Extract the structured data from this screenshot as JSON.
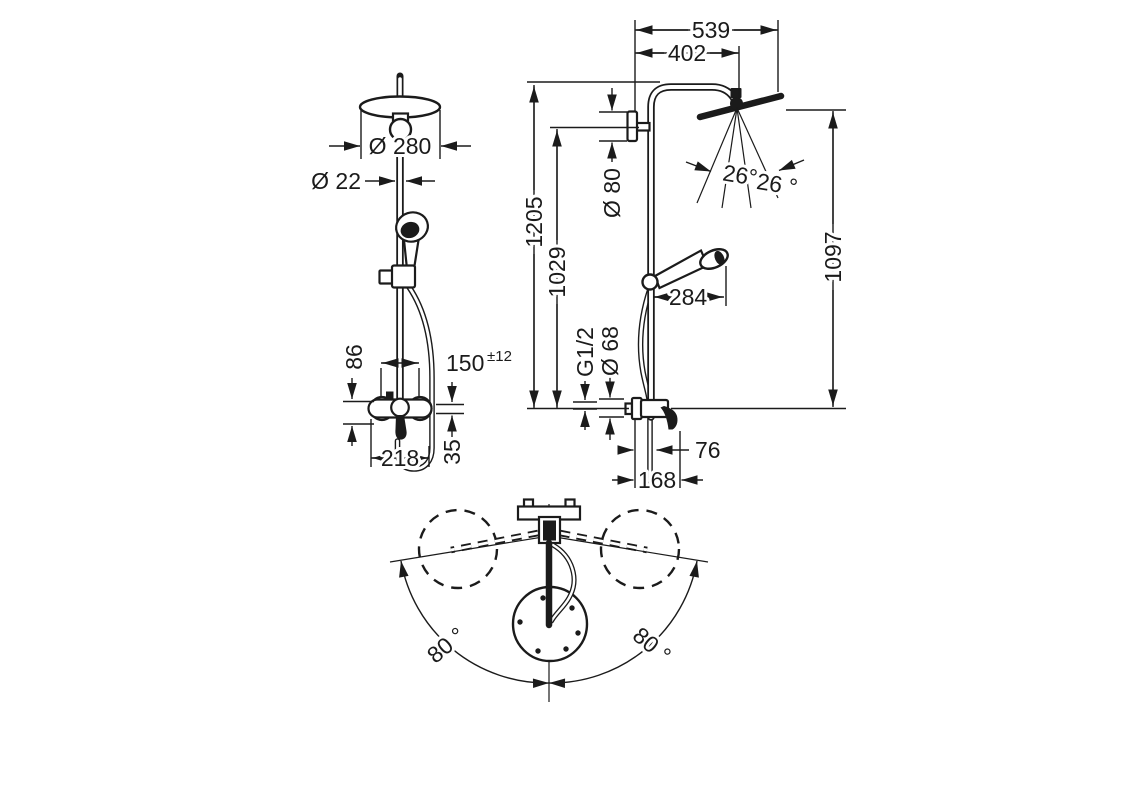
{
  "front_view": {
    "head_diameter": "Ø 280",
    "pipe_diameter": "Ø 22",
    "connection_distance": "150",
    "connection_tolerance": "±12",
    "width": "218",
    "offset_left": "86",
    "offset_bottom": "35"
  },
  "side_view": {
    "reach_total": "539",
    "reach_arm": "402",
    "bracket_diameter": "Ø 80",
    "height_total": "1205",
    "height_bracket": "1029",
    "height_head": "1097",
    "spray_angle_left": "26°",
    "spray_angle_right": "26 °",
    "handshower_reach": "284",
    "connection_thread": "G1/2",
    "escutcheon_diameter": "Ø 68",
    "depth_handle": "76",
    "depth_total": "168"
  },
  "top_view": {
    "swivel_angle_left": "80 °",
    "swivel_angle_right": "80 °"
  },
  "colors": {
    "line": "#1b1b1b",
    "background": "#ffffff"
  }
}
